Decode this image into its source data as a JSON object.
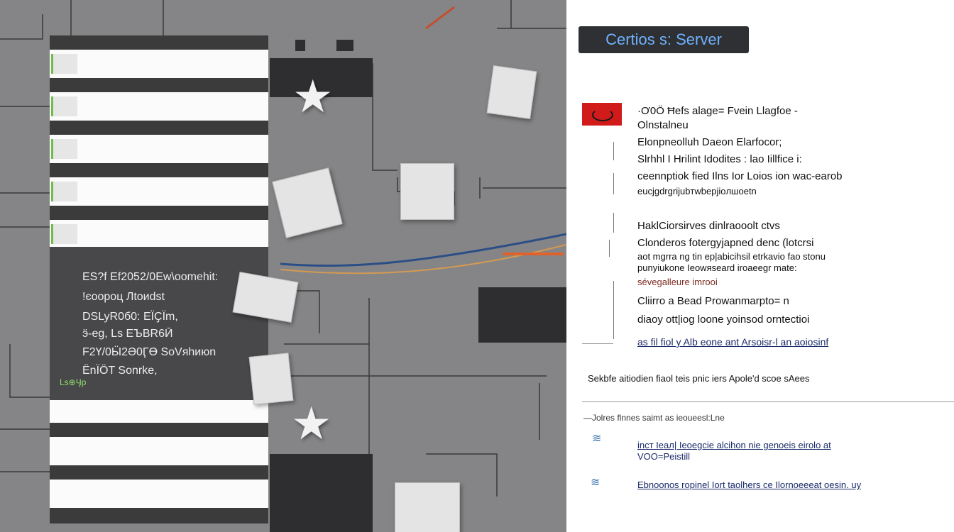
{
  "dark_panel": {
    "lines": [
      "ЕЅ?f Ef2052/0Ew\\oomehit:",
      "!єоороц Лtoиdst",
      "DSLyR0б0: ЕЇҪЇm,",
      "ӭ-eg, Ls ЕЪВR6Ӣ",
      "F2Ү/0Ӹ2Ә0ӶӨ SoVяhиюn",
      "ЁnЇӦT Sonrke,"
    ],
    "tag": "Ls⊕Ӌp"
  },
  "side_panel": {
    "title": "Certios s: Server",
    "section1": [
      "·Ơ0Ö Ħefs alage= Fvein Llagfoe -",
      "Olnstalneu",
      "Elonpneolluh Daeon  Elarfocor;",
      "Slrhhl I Hrilint Idodites : lao Iillfice i:",
      "ceennptiok fied Ilns Ior Loios ion wac-earob",
      "eucjgdrgrijubтwbepjioлшoetn"
    ],
    "section2": [
      "HaklCiorsirves dinlraooolt ctvs",
      "Clonderos fotergyjapned denc (lotcrsi",
      "aot mgrra ng tin ep|abicihsil etrkaviо  fao stonu",
      "punyiukone Ieowяseard iroaeegr mate:",
      "sévegalleure imrooi"
    ],
    "section3": [
      "Cliirro a Bead Prowanmarpto= n",
      "diaoy ott|iog loone yoinsod orntectioi",
      "as fil fiol y Alb eone ant  Arsoisr-l  an aoiosinf"
    ],
    "section4": "Sekbfe aitiodien fiaol teis pnic iers  Apole'd scoe sAees",
    "section5": "—Jolres  flnnes   saimt  as ieoueesl:Lne",
    "links": [
      "incт Ieaл| Ieoegcie  alcihon nie genoeis eirolo at",
      "VOO=Peistill",
      "Ebnoonos ropinel Iort  taolhers ce Ilornoeeeat oesin. uy"
    ]
  }
}
